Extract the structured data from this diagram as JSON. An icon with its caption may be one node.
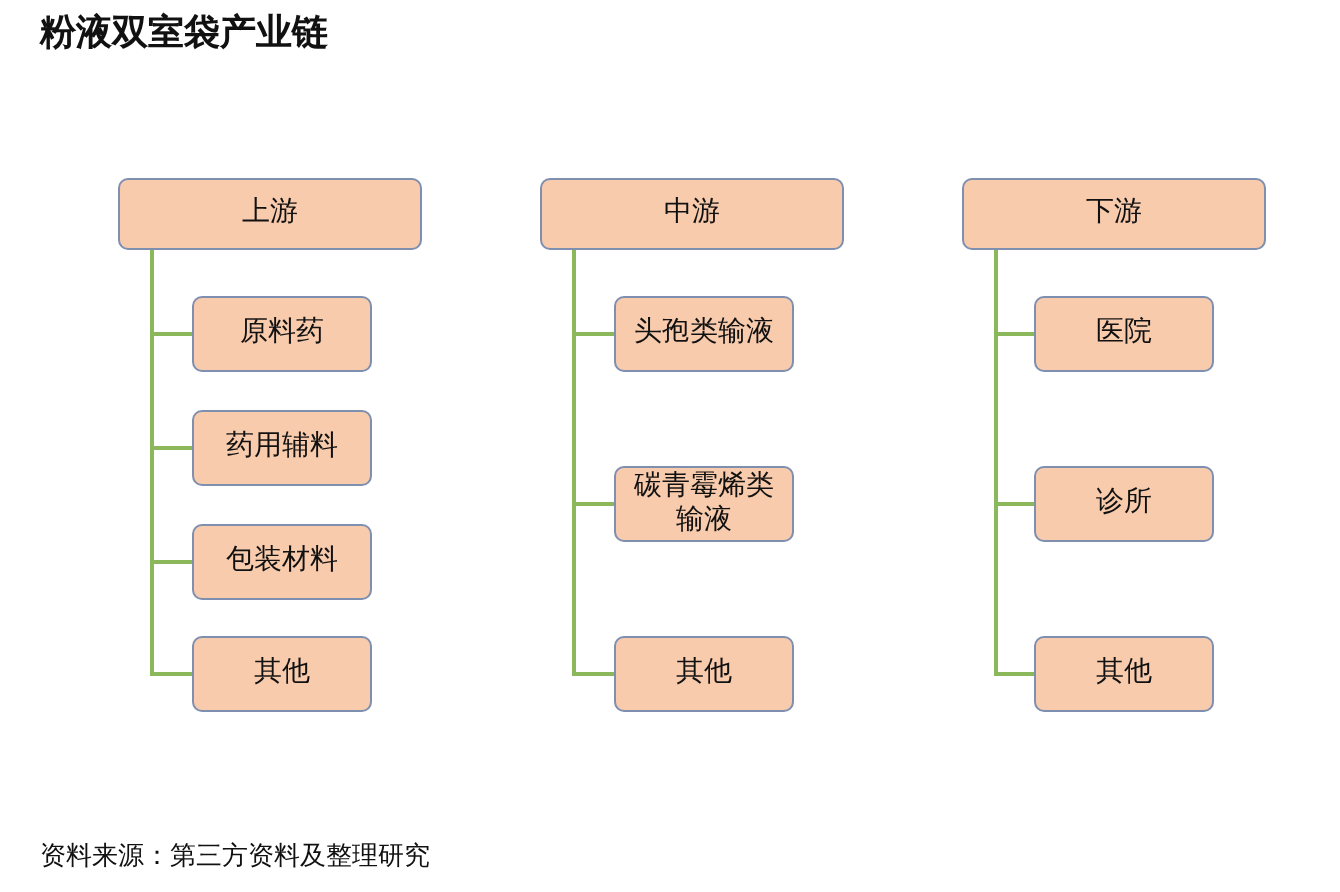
{
  "diagram": {
    "title": "粉液双室袋产业链",
    "caption": "资料来源：第三方资料及整理研究",
    "nodes": [
      {
        "text": [
          "上游"
        ]
      },
      {
        "text": [
          "原料药"
        ]
      },
      {
        "text": [
          "药用辅料"
        ]
      },
      {
        "text": [
          "包装材料"
        ]
      },
      {
        "text": [
          "其他"
        ]
      },
      {
        "text": [
          "中游"
        ]
      },
      {
        "text": [
          "头孢类输液"
        ]
      },
      {
        "text": [
          "碳青霉烯类输液"
        ]
      },
      {
        "text": [
          "其他"
        ]
      },
      {
        "text": [
          "下游"
        ]
      },
      {
        "text": [
          "医院"
        ]
      },
      {
        "text": [
          "诊所"
        ]
      },
      {
        "text": [
          "其他"
        ]
      }
    ],
    "edges": [
      {
        "from": 0,
        "to": 1,
        "arrow": "none"
      },
      {
        "from": 0,
        "to": 2,
        "arrow": "none"
      },
      {
        "from": 0,
        "to": 3,
        "arrow": "none"
      },
      {
        "from": 0,
        "to": 4,
        "arrow": "none"
      },
      {
        "from": 5,
        "to": 6,
        "arrow": "none"
      },
      {
        "from": 5,
        "to": 7,
        "arrow": "none"
      },
      {
        "from": 5,
        "to": 8,
        "arrow": "none"
      },
      {
        "from": 9,
        "to": 10,
        "arrow": "none"
      },
      {
        "from": 9,
        "to": 11,
        "arrow": "none"
      },
      {
        "from": 9,
        "to": 12,
        "arrow": "none"
      }
    ]
  }
}
